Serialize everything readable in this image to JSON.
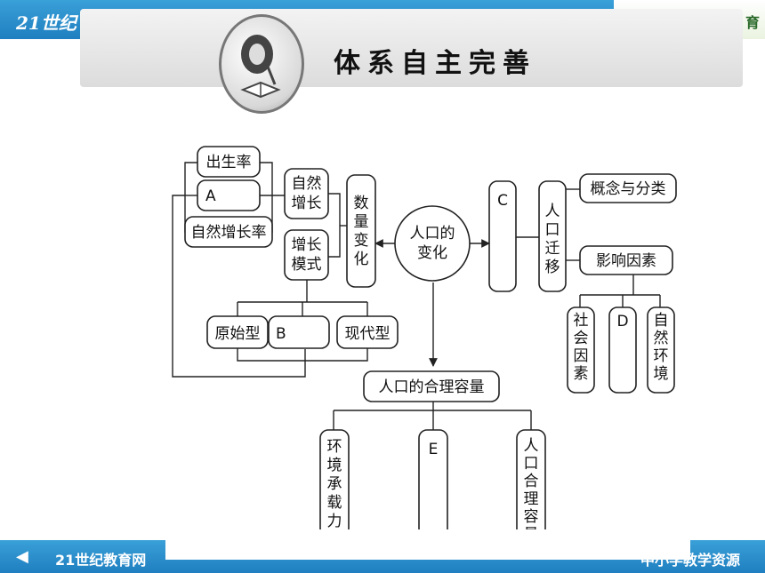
{
  "header": {
    "brand_left": "21世纪",
    "brand_right": "育",
    "title": "体系自主完善"
  },
  "footer": {
    "left": "21世纪教育网",
    "right": "中小学教学资源"
  },
  "diagram": {
    "nodes": {
      "birth_rate": "出生率",
      "a": "A",
      "natural_growth_rate": "自然增长率",
      "natural_growth": "自然增长",
      "growth_pattern": "增长模式",
      "quantity_change": "数量变化",
      "population_change": "人口的变化",
      "primitive": "原始型",
      "b": "B",
      "modern": "现代型",
      "c": "C",
      "migration": "人口迁移",
      "concept": "概念与分类",
      "factors": "影响因素",
      "social": "社会因素",
      "d": "D",
      "natural_env": "自然环境",
      "capacity": "人口的合理容量",
      "env_capacity": "环境承载力",
      "e": "E",
      "reasonable_capacity": "人口合理容量"
    }
  }
}
